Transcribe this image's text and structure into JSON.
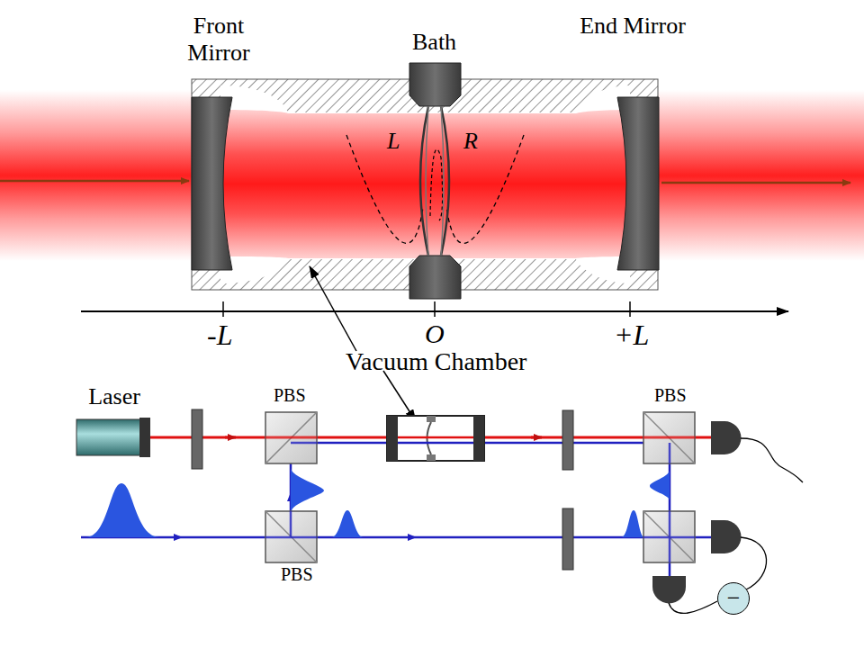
{
  "diagram": {
    "nodes": [
      {
        "text": [
          "Laser"
        ]
      },
      {
        "text": [
          "−"
        ]
      }
    ],
    "labels": [
      "Front Mirror",
      "Bath",
      "End Mirror",
      "L",
      "R",
      "-L",
      "O",
      "+L",
      "Vacuum Chamber",
      "PBS",
      "PBS",
      "PBS"
    ]
  }
}
